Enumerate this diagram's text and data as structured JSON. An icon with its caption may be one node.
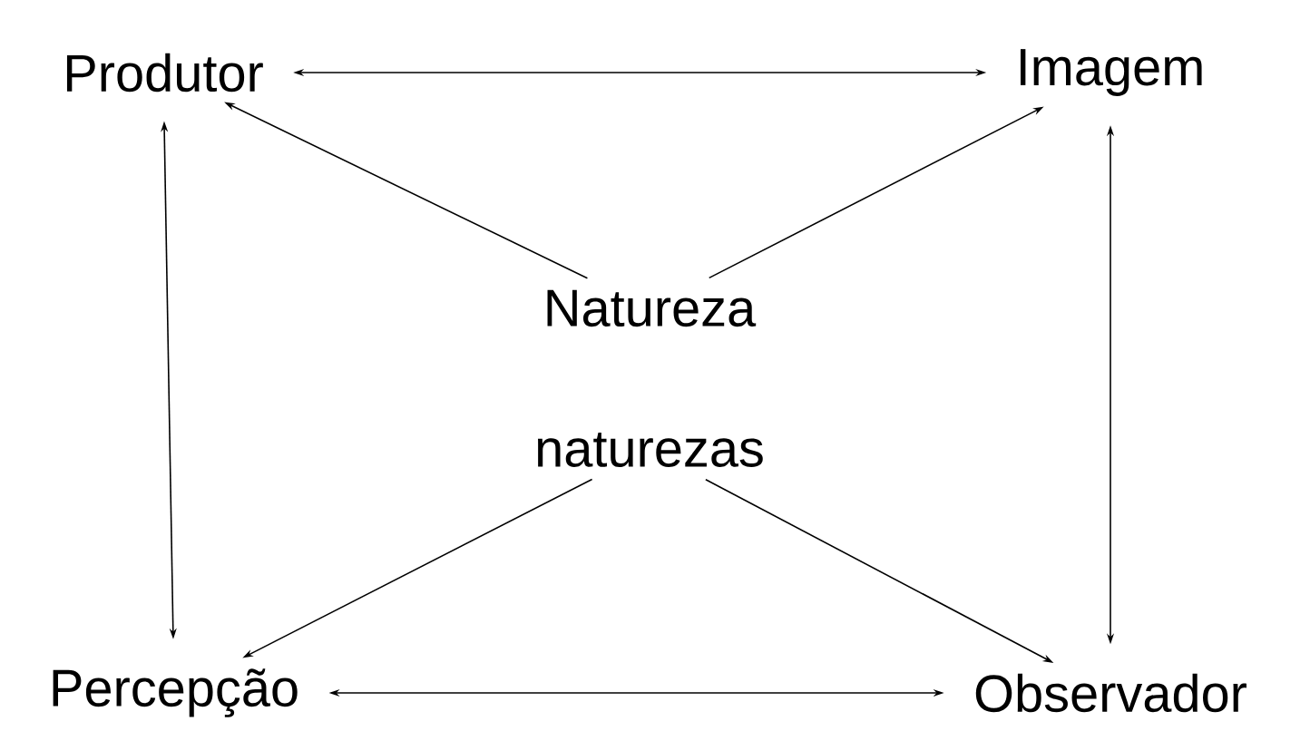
{
  "diagram": {
    "nodes": [
      {
        "text": [
          "Produtor"
        ]
      },
      {
        "text": [
          "Imagem"
        ]
      },
      {
        "text": [
          "Percepção"
        ]
      },
      {
        "text": [
          "Observador"
        ]
      },
      {
        "text": [
          "Natureza"
        ]
      },
      {
        "text": [
          "naturezas"
        ]
      }
    ],
    "edges": [
      {
        "from": 0,
        "to": 1,
        "arrow": "both"
      },
      {
        "from": 0,
        "to": 2,
        "arrow": "both"
      },
      {
        "from": 1,
        "to": 3,
        "arrow": "both"
      },
      {
        "from": 2,
        "to": 3,
        "arrow": "both"
      },
      {
        "from": 4,
        "to": 0,
        "arrow": "to"
      },
      {
        "from": 4,
        "to": 1,
        "arrow": "to"
      },
      {
        "from": 5,
        "to": 2,
        "arrow": "to"
      },
      {
        "from": 5,
        "to": 3,
        "arrow": "to"
      }
    ]
  }
}
